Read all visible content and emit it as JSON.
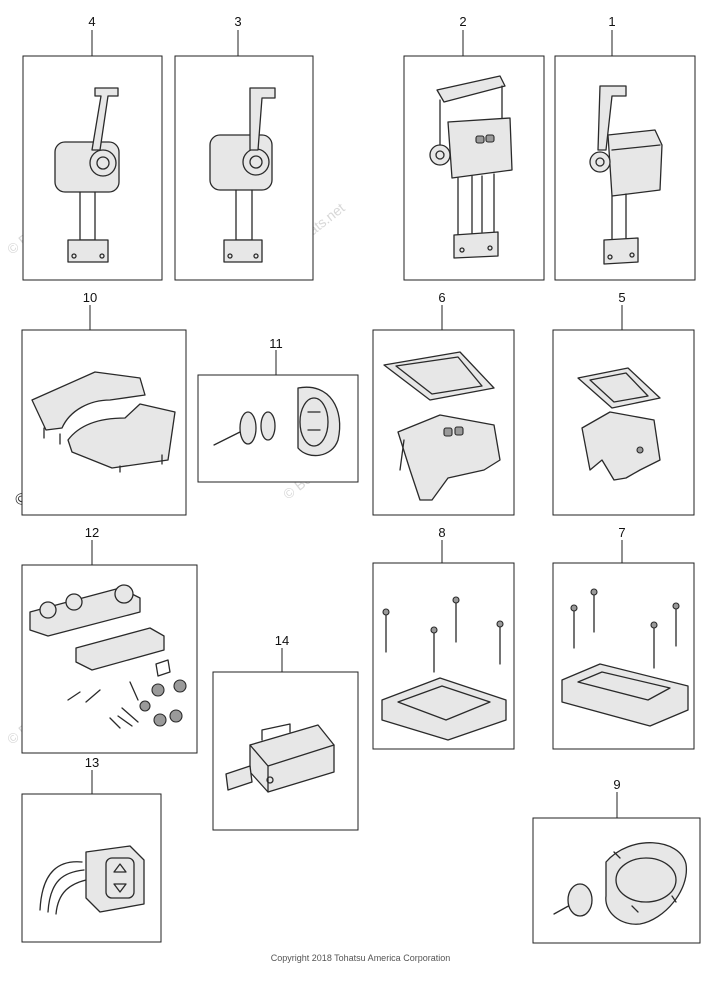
{
  "callouts": [
    "1",
    "2",
    "3",
    "4",
    "5",
    "6",
    "7",
    "8",
    "9",
    "10",
    "11",
    "12",
    "13",
    "14"
  ],
  "watermark": "© Boats.net",
  "copyright": "Copyright 2018 Tohatsu America Corporation"
}
